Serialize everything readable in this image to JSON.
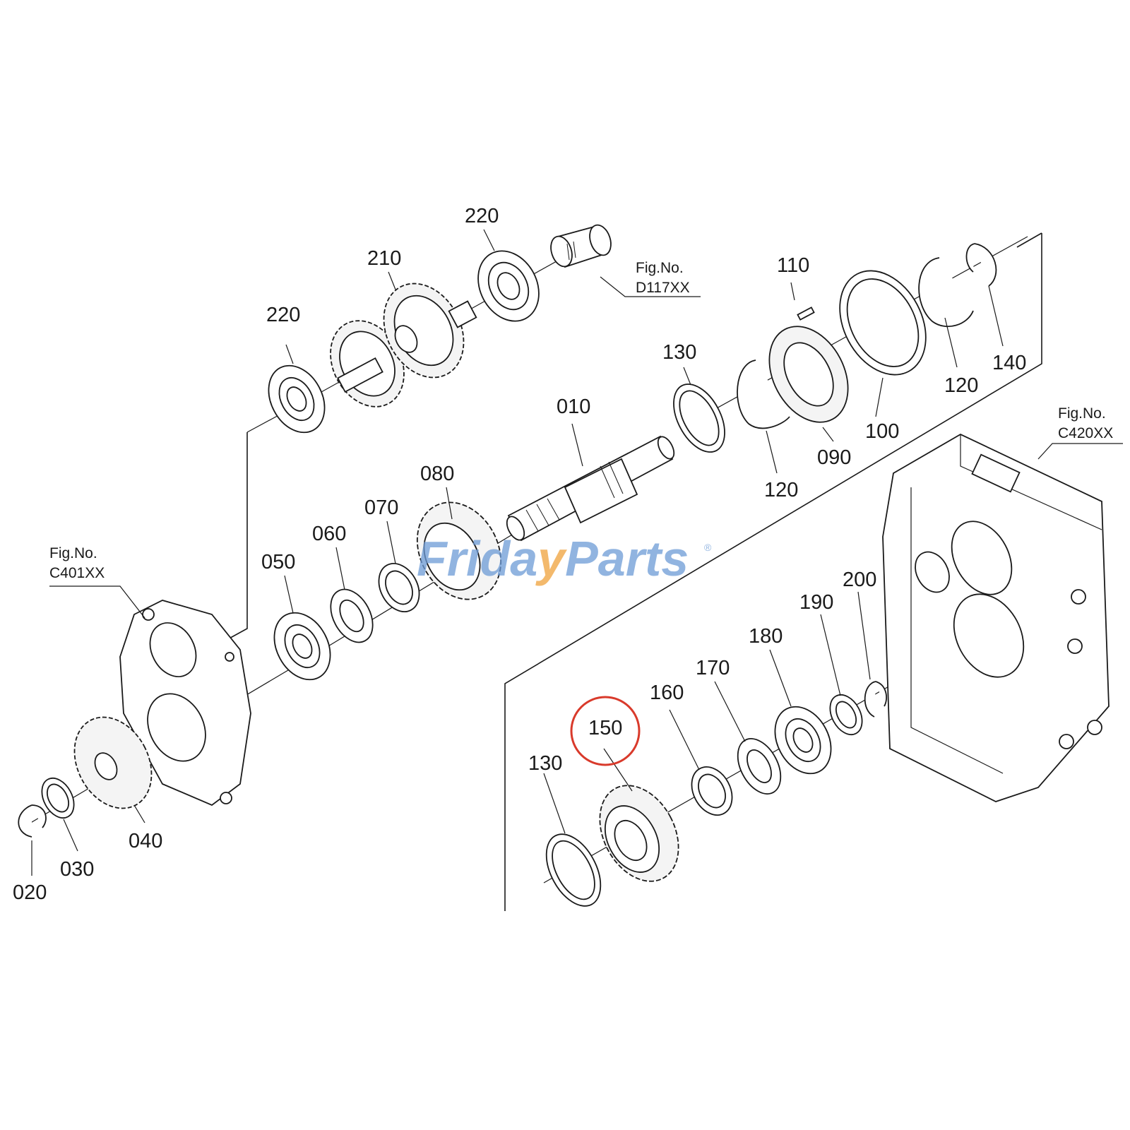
{
  "colors": {
    "line": "#1a1a1a",
    "highlight": "#d93a2b",
    "watermark_blue": "#6d9bd6",
    "watermark_orange": "#f0a23b"
  },
  "watermark": {
    "part1": "Frida",
    "part2": "y",
    "part3": "Parts",
    "reg": "®"
  },
  "callouts": {
    "c010": "010",
    "c020": "020",
    "c030": "030",
    "c040": "040",
    "c050": "050",
    "c060": "060",
    "c070": "070",
    "c080": "080",
    "c090": "090",
    "c100": "100",
    "c110": "110",
    "c120a": "120",
    "c120b": "120",
    "c130a": "130",
    "c130b": "130",
    "c140": "140",
    "c150": "150",
    "c160": "160",
    "c170": "170",
    "c180": "180",
    "c190": "190",
    "c200": "200",
    "c210": "210",
    "c220a": "220",
    "c220b": "220"
  },
  "figrefs": {
    "d117": {
      "label": "Fig.No.",
      "code": "D117XX"
    },
    "c420": {
      "label": "Fig.No.",
      "code": "C420XX"
    },
    "c401": {
      "label": "Fig.No.",
      "code": "C401XX"
    }
  },
  "highlight": {
    "part": "150",
    "shape": "circle"
  }
}
